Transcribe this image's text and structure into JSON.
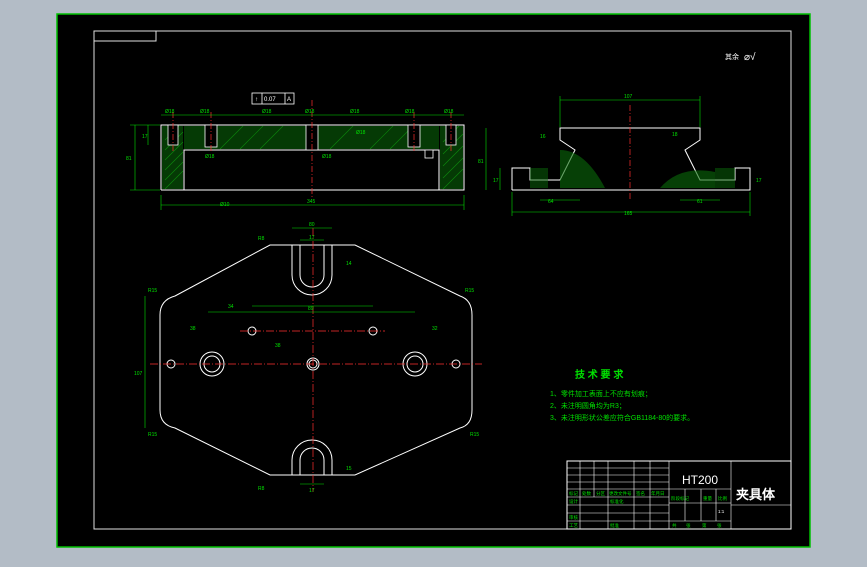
{
  "drawing": {
    "roughness_note": "其余",
    "roughness_symbol": "⌀√"
  },
  "front_view": {
    "dims": [
      "Ø18",
      "Ø18",
      "Ø18",
      "Ø18",
      "Ø18",
      "Ø18",
      "Ø18",
      "Ø18",
      "Ø18",
      "Ø18",
      "345",
      "81",
      "17",
      "Ø10"
    ],
    "tolerance_box": [
      "↑",
      "0.07",
      "A"
    ]
  },
  "side_view": {
    "dims": [
      "107",
      "81",
      "17",
      "16",
      "165",
      "64",
      "61",
      "18",
      "17"
    ]
  },
  "top_view": {
    "dims": [
      "80",
      "17",
      "14",
      "34",
      "38",
      "89",
      "38",
      "32",
      "107",
      "R15",
      "R15",
      "R15",
      "R15",
      "17",
      "15",
      "R8",
      "R8"
    ]
  },
  "tech_requirements": {
    "title": "技 术 要 求",
    "items": [
      "1、零件加工表面上不应有划痕；",
      "2、未注明圆角均为R3；",
      "3、未注明形状公差应符合GB1184-80的要求。"
    ]
  },
  "title_block": {
    "material": "HT200",
    "part_name": "夹具体",
    "row_labels": [
      "标记",
      "处数",
      "分区",
      "更改文件号",
      "签名",
      "年月日"
    ],
    "side_labels": [
      "设计",
      "审核",
      "工艺"
    ],
    "mid_labels": [
      "标准化",
      "批准"
    ],
    "right_labels": [
      "阶段标记",
      "重量",
      "比例"
    ],
    "scale": "1:1",
    "bottom_labels": [
      "共",
      "张",
      "第",
      "张"
    ]
  }
}
